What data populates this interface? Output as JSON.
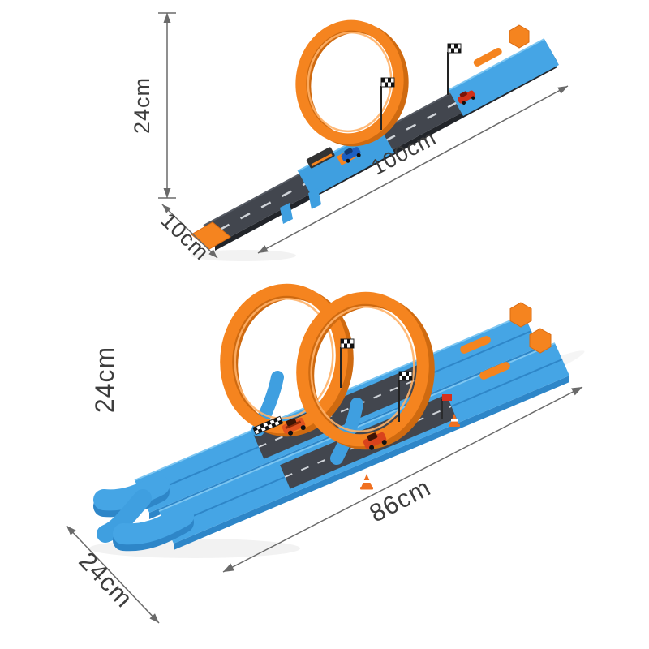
{
  "figure": {
    "top": {
      "height_label": "24cm",
      "length_label": "100cm",
      "width_label": "10cm"
    },
    "bottom": {
      "height_label": "24cm",
      "length_label": "86cm",
      "width_label": "24cm"
    }
  },
  "colors": {
    "loop_orange": "#f5841f",
    "loop_orange_dark": "#cf6a10",
    "track_blue": "#45a5e5",
    "track_blue_dark": "#2e86c8",
    "track_gray": "#42464e",
    "dimension_gray": "#6a6a6a",
    "label_text": "#3d3d3d"
  }
}
